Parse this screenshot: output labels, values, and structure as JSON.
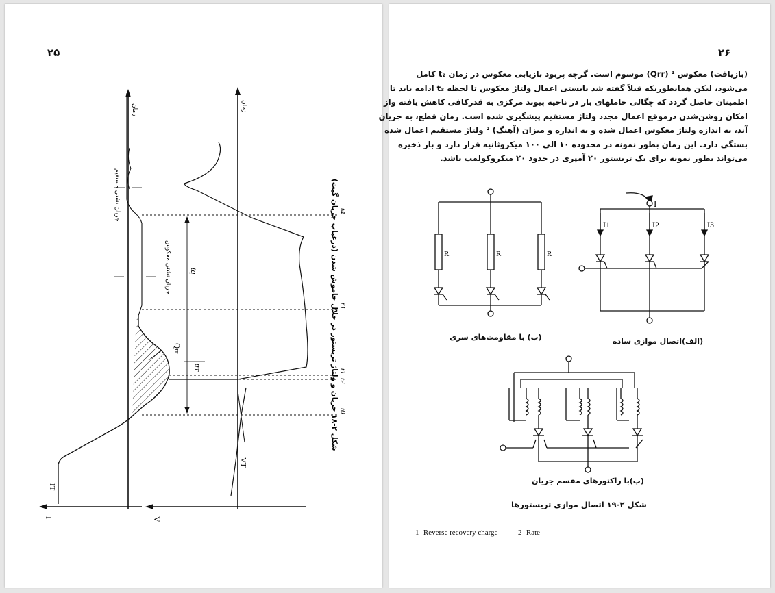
{
  "left_page": {
    "page_number": "۲۵",
    "figure": {
      "caption": "شکل ۲-۱۸ جریان و ولتاژ تریستور در خلال خاموش شدن (درغیاب جریان گیت)",
      "axis_time_top": "زمان",
      "axis_time_bottom": "زمان",
      "label_forward_leakage": "جریان نشتی مستقیم",
      "label_reverse_leakage": "جریان نشتی معکوس",
      "label_I": "I",
      "label_V": "V",
      "label_IT": "IT",
      "label_VT": "VT",
      "label_Qrr": "Qrr",
      "label_tq": "tq",
      "label_trr": "trr",
      "time_marks": [
        "t0",
        "t1",
        "t2",
        "t3",
        "t4"
      ]
    }
  },
  "right_page": {
    "page_number": "۲۶",
    "paragraph_lines": [
      "(بازیافت) معکوس ¹ (Qrr) موسوم است. گرچه پربود بازیابی معکوس در زمان t₂ کامل",
      "می‌شود، لیکن همانطوریکه قبلاً گفته شد بایستی اعمال ولتاژ معکوس تا لحظه t₃ ادامه یابد تا",
      "اطمینان حاصل گردد که چگالی حاملهای بار در ناحیه پیوند مرکزی به قدرکافی کاهش یافته واز",
      "امکان روشن‌شدن درموقع اعمال مجدد ولتاژ مستقیم پیشگیری شده است. زمان قطع، به جریان",
      "آند، به اندازه ولتاژ معکوس اعمال شده و به اندازه و میزان (آهنگ) ² ولتاژ مستقیم اعمال شده",
      "بستگی دارد. این زمان بطور نمونه در محدوده ۱۰ الی ۱۰۰ میکروثانیه قرار دارد و بار ذخیره",
      "می‌تواند بطور نمونه برای یک تریستور ۲۰ آمپری در حدود ۲۰ میکروکولمب باشد."
    ],
    "fig_a_caption": "(الف)اتصال موازی ساده",
    "fig_b_caption": "(ب) با مقاومت‌های سری",
    "fig_c_caption": "(پ)با راکتورهای مقسم جریان",
    "figure_caption": "شکل ۲-۱۹ اتصال موازی تریستورها",
    "resistor_label": "R",
    "current_labels": [
      "I",
      "I1",
      "I2",
      "I3"
    ],
    "footnote_1": "1- Reverse recovery charge",
    "footnote_2": "2- Rate"
  }
}
